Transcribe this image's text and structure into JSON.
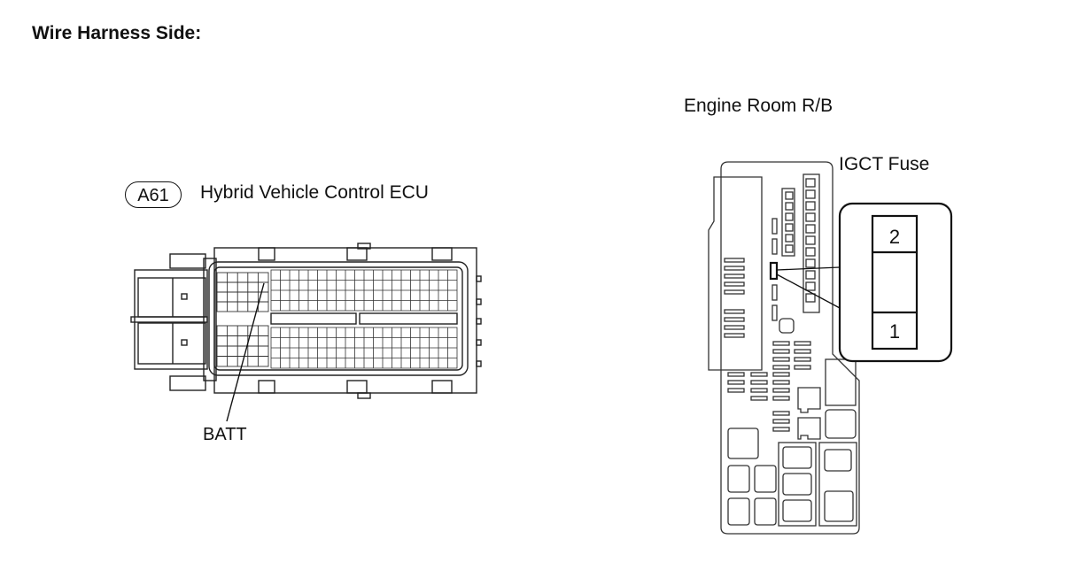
{
  "title": "Wire Harness Side:",
  "ecu": {
    "code": "A61",
    "name": "Hybrid Vehicle Control ECU",
    "terminal_label": "BATT"
  },
  "relay_block": {
    "name": "Engine Room R/B",
    "fuse_label": "IGCT Fuse",
    "fuse_pins": [
      "2",
      "1"
    ]
  }
}
